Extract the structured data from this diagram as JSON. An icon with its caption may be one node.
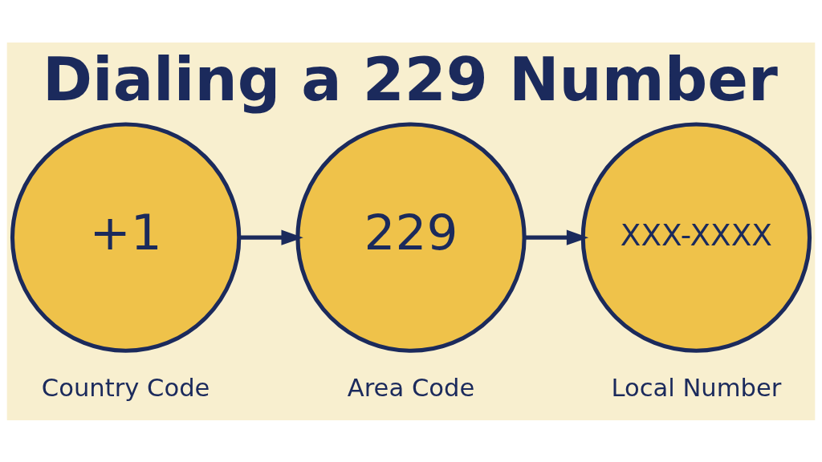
{
  "diagram": {
    "title": "Dialing a 229 Number",
    "nodes": [
      {
        "text": [
          "+1"
        ],
        "beside": [
          "Country Code"
        ]
      },
      {
        "text": [
          "229"
        ],
        "beside": [
          "Area Code"
        ]
      },
      {
        "text": [
          "XXX-XXXX"
        ],
        "beside": [
          "Local Number"
        ]
      }
    ],
    "edges": [
      {
        "from": 0,
        "to": 1,
        "arrow": "to"
      },
      {
        "from": 1,
        "to": 2,
        "arrow": "to"
      }
    ]
  }
}
